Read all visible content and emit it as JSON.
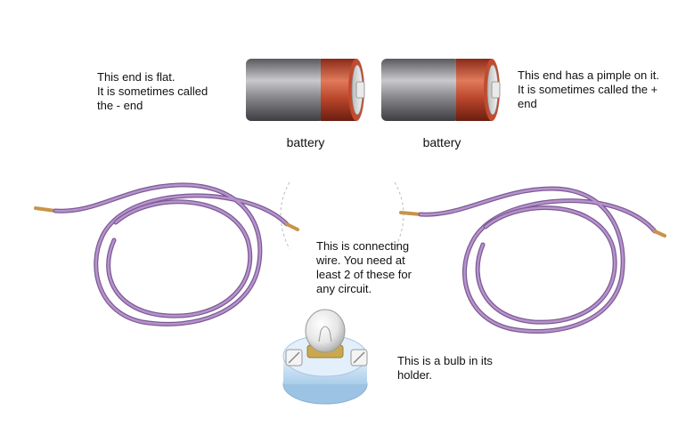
{
  "notes": {
    "flat_end": [
      "This end is flat.",
      "It is sometimes called",
      "the - end"
    ],
    "pimple_end": [
      "This end has a pimple on it.",
      "It is sometimes called the +",
      "end"
    ],
    "wire": [
      "This is connecting",
      "wire. You need at",
      "least 2 of these for",
      "any circuit."
    ],
    "bulb": [
      "This is a bulb in its",
      "holder."
    ]
  },
  "batteries": [
    {
      "label": "battery"
    },
    {
      "label": "battery"
    }
  ],
  "colors": {
    "battery_body": "#6e6e72",
    "battery_cap": "#b8442a",
    "wire": "#9a72b4",
    "wire_tip": "#c8944a",
    "holder": "#cfe3f5"
  }
}
